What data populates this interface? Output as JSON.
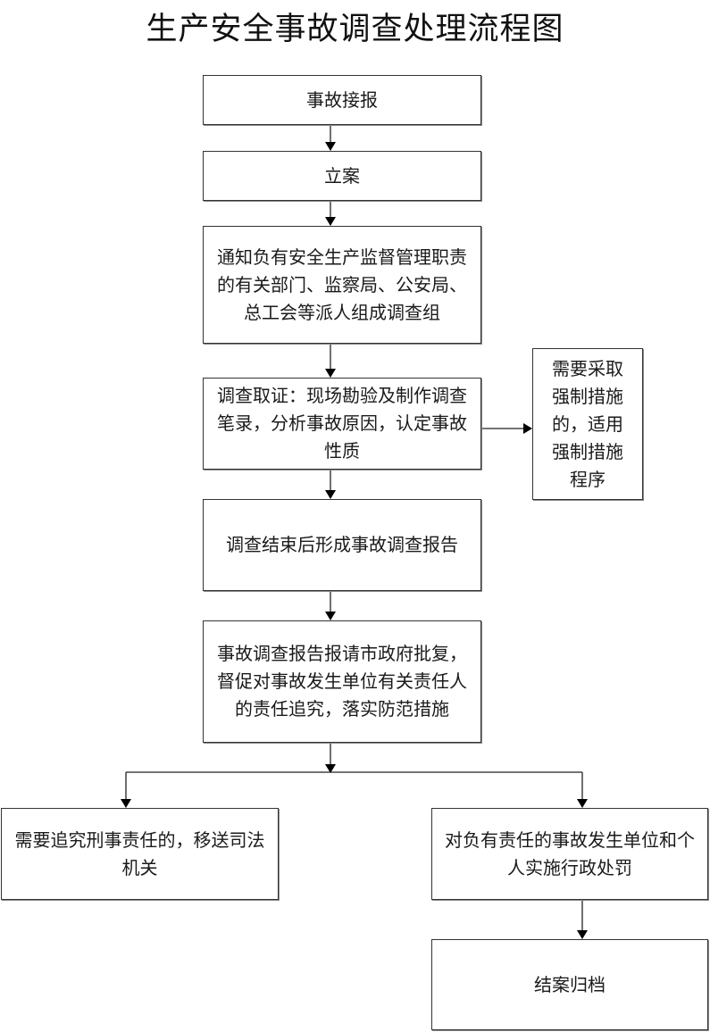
{
  "title": "生产安全事故调查处理流程图",
  "steps": {
    "report": "事故接报",
    "file_case": "立案",
    "notify": "通知负有安全生产监督管理职责的有关部门、监察局、公安局、总工会等派人组成调查组",
    "investigate": "调查取证：现场勘验及制作调查笔录，分析事故原因，认定事故性质",
    "coercive": "需要采取强制措施的，适用强制措施程序",
    "report_done": "调查结束后形成事故调查报告",
    "approval": "事故调查报告报请市政府批复，督促对事故发生单位有关责任人的责任追究，落实防范措施",
    "criminal": "需要追究刑事责任的，移送司法机关",
    "penalty": "对负有责任的事故发生单位和个人实施行政处罚",
    "close": "结案归档"
  }
}
